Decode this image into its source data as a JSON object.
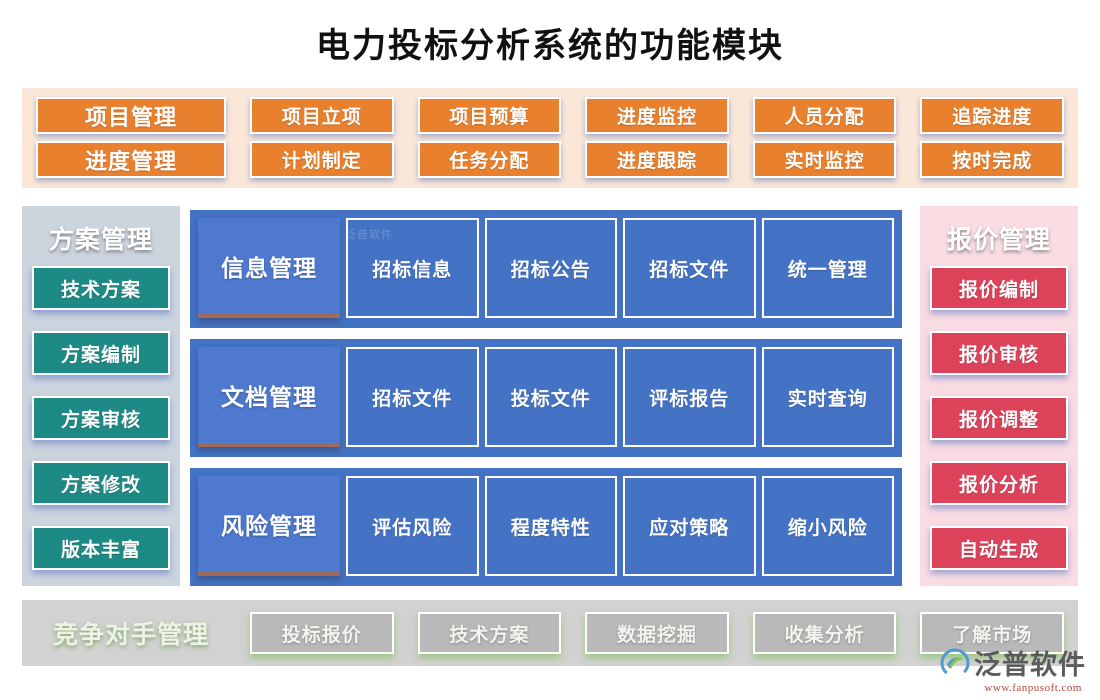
{
  "title": "电力投标分析系统的功能模块",
  "top_band": {
    "rows": [
      {
        "lead": "项目管理",
        "items": [
          "项目立项",
          "项目预算",
          "进度监控",
          "人员分配",
          "追踪进度"
        ]
      },
      {
        "lead": "进度管理",
        "items": [
          "计划制定",
          "任务分配",
          "进度跟踪",
          "实时监控",
          "按时完成"
        ]
      }
    ]
  },
  "left_panel": {
    "heading": "方案管理",
    "items": [
      "技术方案",
      "方案编制",
      "方案审核",
      "方案修改",
      "版本丰富"
    ],
    "accent": "#1E8A85",
    "background": "#CCD4DE"
  },
  "right_panel": {
    "heading": "报价管理",
    "items": [
      "报价编制",
      "报价审核",
      "报价调整",
      "报价分析",
      "自动生成"
    ],
    "accent": "#DC4259",
    "background": "#FADDE3"
  },
  "center": {
    "accent": "#4472C4",
    "rows": [
      {
        "label": "信息管理",
        "items": [
          "招标信息",
          "招标公告",
          "招标文件",
          "统一管理"
        ]
      },
      {
        "label": "文档管理",
        "items": [
          "招标文件",
          "投标文件",
          "评标报告",
          "实时查询"
        ]
      },
      {
        "label": "风险管理",
        "items": [
          "评估风险",
          "程度特性",
          "应对策略",
          "缩小风险"
        ]
      }
    ]
  },
  "bottom_band": {
    "heading": "竞争对手管理",
    "items": [
      "投标报价",
      "技术方案",
      "数据挖掘",
      "收集分析",
      "了解市场"
    ],
    "background": "#D2D2D2",
    "glow": "#82BE5A"
  },
  "watermark": {
    "inline_text": "泛普软件",
    "brand": "泛普软件",
    "url": "www.fanpusoft.com"
  },
  "colors": {
    "orange": "#E8802E",
    "orange_band": "#FAE7D8",
    "page": "#FFFFFF",
    "title_color": "#111111"
  }
}
